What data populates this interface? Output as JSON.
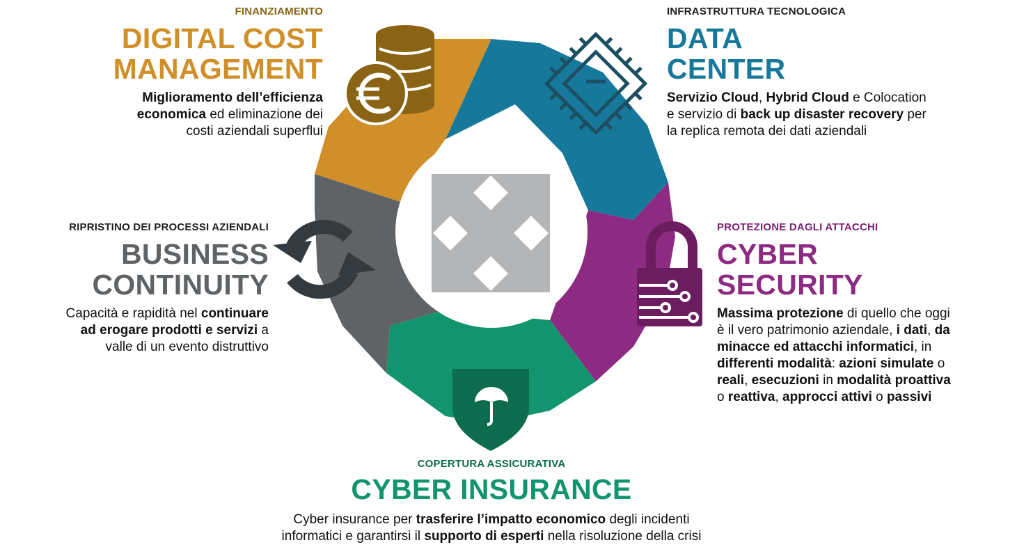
{
  "colors": {
    "digital_cost": "#d08f28",
    "data_center": "#16789b",
    "cyber_security": "#8d2a82",
    "cyber_insurance": "#12946e",
    "business_continuity": "#5f6366",
    "finance_kicker": "#8a6414",
    "kicker_dark": "#1e1e1e",
    "cyber_security_kicker": "#7e1f74",
    "center_icon": "#b3b5b7",
    "icon_dark": "#343a3e",
    "shield": "#0d6b4e",
    "lock": "#6b1d5f"
  },
  "icons": [
    "coins-euro-icon",
    "chip-icon",
    "padlock-circuit-icon",
    "shield-umbrella-icon",
    "sync-arrows-icon",
    "expand-arrows-icon"
  ],
  "sections": {
    "digital_cost": {
      "kicker": "FINANZIAMENTO",
      "title_lines": [
        "DIGITAL COST",
        "MANAGEMENT"
      ],
      "desc": [
        [
          "Miglioramento dell’efficienza"
        ],
        [
          "economica",
          " ed eliminazione dei"
        ],
        [
          "",
          "costi aziendali superflui"
        ]
      ]
    },
    "data_center": {
      "kicker": "INFRASTRUTTURA TECNOLOGICA",
      "title_lines": [
        "DATA",
        "CENTER"
      ],
      "desc": [
        [
          "Servizio Cloud",
          ", ",
          "Hybrid Cloud",
          " e Colocation"
        ],
        [
          "",
          "e servizio di ",
          "back up disaster recovery",
          " per"
        ],
        [
          "",
          "la replica remota dei dati aziendali"
        ]
      ]
    },
    "business_continuity": {
      "kicker": "RIPRISTINO DEI PROCESSI AZIENDALI",
      "title_lines": [
        "BUSINESS",
        "CONTINUITY"
      ],
      "desc": [
        [
          "",
          "Capacità e rapidità nel ",
          "continuare"
        ],
        [
          "ad erogare prodotti e servizi",
          " a"
        ],
        [
          "",
          "valle di un evento distruttivo"
        ]
      ]
    },
    "cyber_security": {
      "kicker": "PROTEZIONE DAGLI ATTACCHI",
      "title_lines": [
        "CYBER",
        "SECURITY"
      ],
      "desc": [
        [
          "Massima protezione",
          " di quello che oggi"
        ],
        [
          "",
          "è il vero  patrimonio aziendale, ",
          "i dati",
          ", ",
          "da"
        ],
        [
          "minacce ed attacchi informatici",
          ", in"
        ],
        [
          "differenti modalità",
          ": ",
          "azioni simulate",
          " o"
        ],
        [
          "reali",
          ", ",
          "esecuzioni",
          " in ",
          "modalità proattiva"
        ],
        [
          "",
          "o ",
          "reattiva",
          ", ",
          "approcci attivi",
          " o ",
          "passivi"
        ]
      ]
    },
    "cyber_insurance": {
      "kicker": "COPERTURA  ASSICURATIVA",
      "title_lines": [
        "CYBER INSURANCE"
      ],
      "desc": [
        [
          "",
          "Cyber insurance per ",
          "trasferire l’impatto economico",
          " degli incidenti"
        ],
        [
          "",
          "informatici e garantirsi il ",
          "supporto di esperti",
          " nella risoluzione della crisi"
        ]
      ]
    }
  }
}
